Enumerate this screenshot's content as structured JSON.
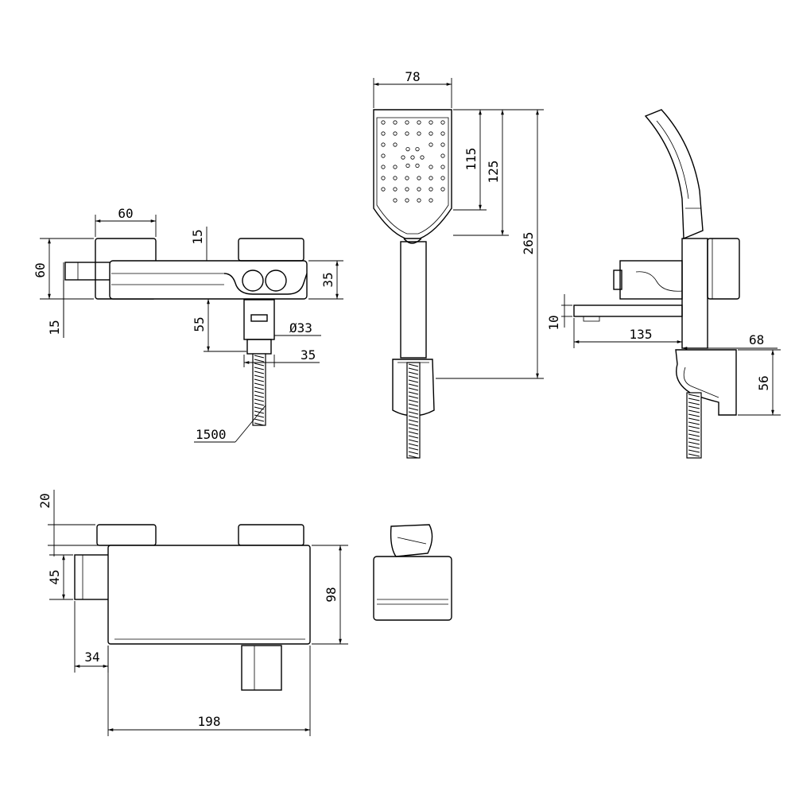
{
  "views": {
    "front": {
      "dim_handle_width": "60",
      "dim_body_height": "60",
      "dim_top_offset": "15",
      "dim_bottom_offset": "15",
      "dim_body_depth": "35",
      "dim_outlet_drop": "55",
      "dim_outlet_diameter": "Ø33",
      "dim_outlet_width": "35",
      "dim_hose_length": "1500"
    },
    "shower_head": {
      "dim_head_width": "78",
      "dim_spray_height": "115",
      "dim_head_height": "125",
      "dim_total_height": "265"
    },
    "side": {
      "dim_spout_height": "10",
      "dim_spout_length": "135",
      "dim_holder_width": "68",
      "dim_holder_height": "56"
    },
    "top": {
      "dim_handle_height": "20",
      "dim_inlet_height": "45",
      "dim_body_depth": "98",
      "dim_inlet_offset": "34",
      "dim_body_length": "198"
    }
  }
}
